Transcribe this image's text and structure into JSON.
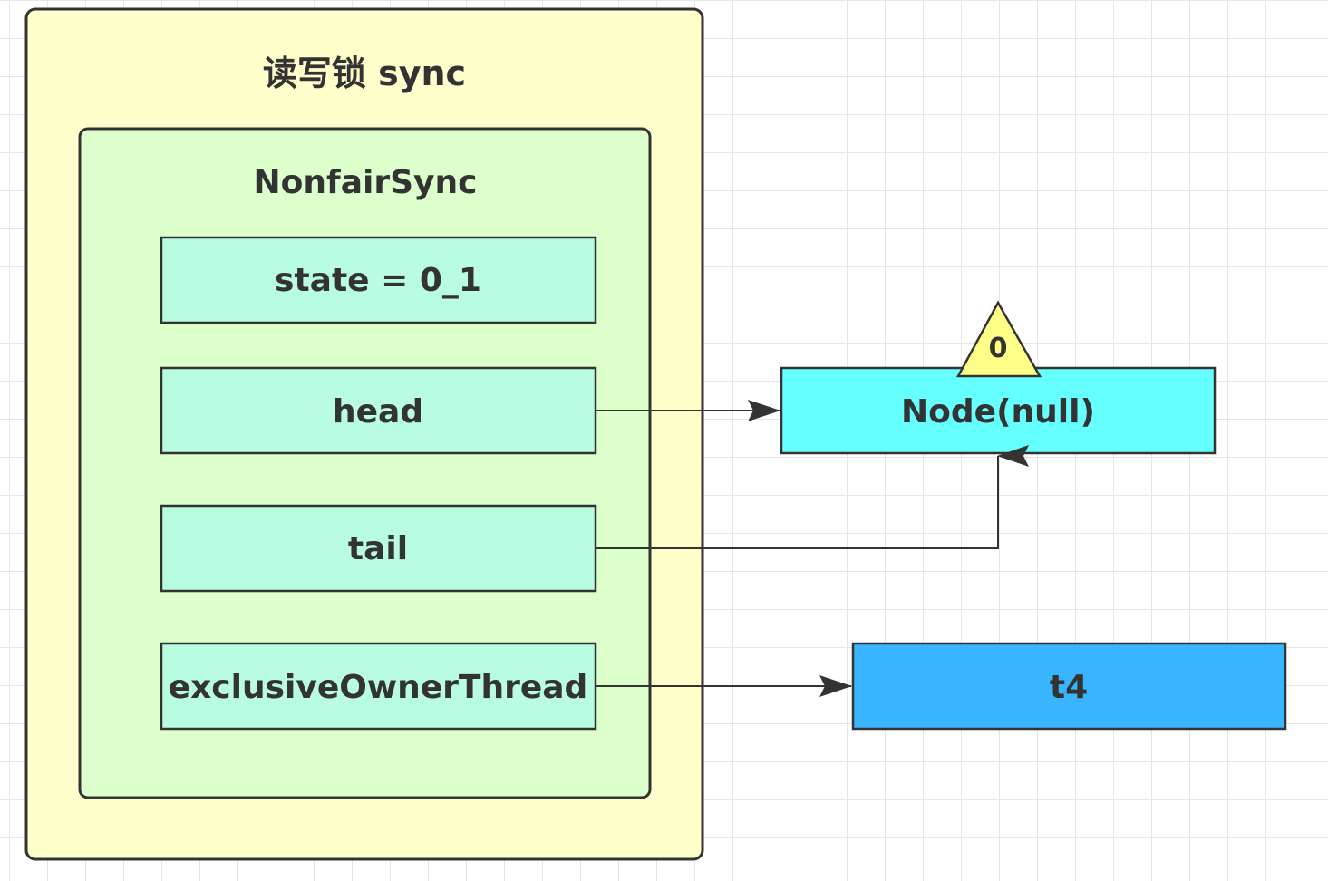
{
  "outer_container": {
    "title": "读写锁 sync",
    "fill": "#FFFFCC"
  },
  "inner_container": {
    "title": "NonfairSync",
    "fill": "#DDFFCC"
  },
  "fields": [
    {
      "label": "state = 0_1"
    },
    {
      "label": "head"
    },
    {
      "label": "tail"
    },
    {
      "label": "exclusiveOwnerThread"
    }
  ],
  "field_fill": "#B8FCE2",
  "node_null": {
    "label": "Node(null)",
    "fill": "#66FFFF",
    "waitStatus": "0",
    "waitStatus_fill": "#FFFF88"
  },
  "thread_t4": {
    "label": "t4",
    "fill": "#39B4FF"
  }
}
